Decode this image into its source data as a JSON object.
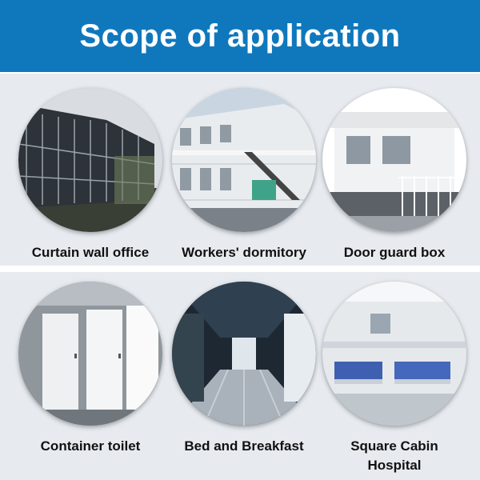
{
  "banner": {
    "title": "Scope of application",
    "color": "#0f78bd"
  },
  "items": [
    {
      "label": "Curtain wall office",
      "image": "curtain-wall-office-photo"
    },
    {
      "label": "Workers' dormitory",
      "image": "workers-dormitory-photo"
    },
    {
      "label": "Door guard box",
      "image": "door-guard-box-photo"
    },
    {
      "label": "Container toilet",
      "image": "container-toilet-photo"
    },
    {
      "label": "Bed and Breakfast",
      "image": "bed-and-breakfast-photo"
    },
    {
      "label": "Square Cabin\nHospital",
      "image": "square-cabin-hospital-photo"
    }
  ]
}
